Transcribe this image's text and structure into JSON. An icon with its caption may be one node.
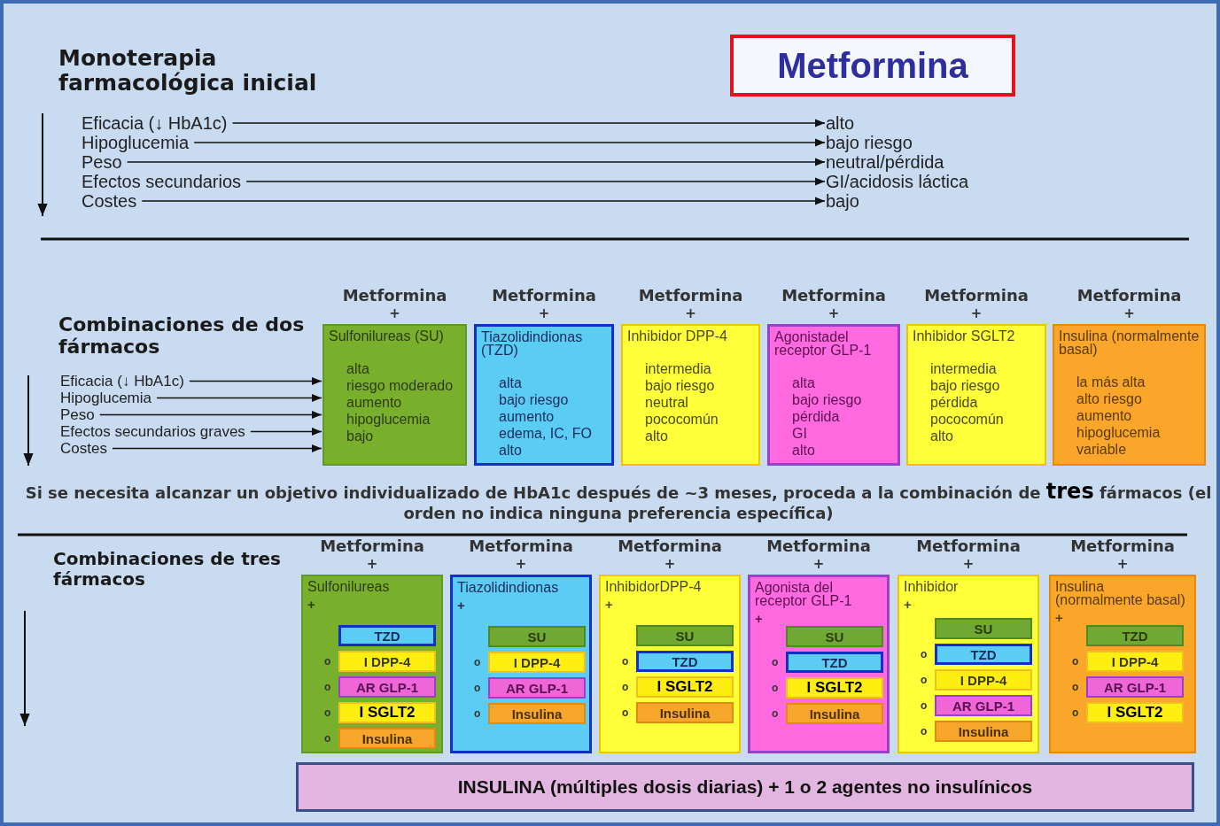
{
  "diagram": {
    "nodes": [
      {
        "text": [
          "Metformina"
        ]
      },
      {
        "text": [
          "Eficacia (↓ HbA1c)"
        ]
      },
      {
        "text": [
          "Hipoglucemia"
        ]
      },
      {
        "text": [
          "Peso"
        ]
      },
      {
        "text": [
          "Efectos secundarios"
        ]
      },
      {
        "text": [
          "Costes"
        ]
      },
      {
        "text": [
          "alto"
        ]
      },
      {
        "text": [
          "bajo riesgo"
        ]
      },
      {
        "text": [
          "neutral/pérdida"
        ]
      },
      {
        "text": [
          "GI/acidosis láctica"
        ]
      },
      {
        "text": [
          "bajo"
        ]
      },
      {
        "text": [
          "Eficacia (↓ HbA1c)"
        ]
      },
      {
        "text": [
          "Hipoglucemia"
        ]
      },
      {
        "text": [
          "Peso"
        ]
      },
      {
        "text": [
          "Efectos secundarios graves"
        ]
      },
      {
        "text": [
          "Costes"
        ]
      },
      {
        "text": [
          "Sulfonilureas (SU)",
          "alta",
          "riesgo moderado",
          "aumento",
          "hipoglucemia",
          "bajo"
        ],
        "beside": [
          "Metformina",
          "+"
        ]
      },
      {
        "text": [
          "Tiazolidindionas (TZD)",
          "alta",
          "bajo riesgo",
          "aumento",
          "edema, IC, FO",
          "alto"
        ],
        "beside": [
          "Metformina",
          "+"
        ]
      },
      {
        "text": [
          "Inhibidor DPP-4",
          "intermedia",
          "bajo riesgo",
          "neutral",
          "pococomún",
          "alto"
        ],
        "beside": [
          "Metformina",
          "+"
        ]
      },
      {
        "text": [
          "Agonistadel receptor GLP-1",
          "alta",
          "bajo riesgo",
          "pérdida",
          "GI",
          "alto"
        ],
        "beside": [
          "Metformina",
          "+"
        ]
      },
      {
        "text": [
          "Inhibidor SGLT2",
          "intermedia",
          "bajo riesgo",
          "pérdida",
          "pococomún",
          "alto"
        ],
        "beside": [
          "Metformina",
          "+"
        ]
      },
      {
        "text": [
          "Insulina (normalmente basal)",
          "la más alta",
          "alto riesgo",
          "aumento",
          "hipoglucemia",
          "variable"
        ],
        "beside": [
          "Metformina",
          "+"
        ]
      },
      {
        "text": [
          "Sulfonilureas",
          "+"
        ],
        "beside": [
          "Metformina",
          "+"
        ]
      },
      {
        "text": [
          "TZD"
        ],
        "in": 22
      },
      {
        "text": [
          "I DPP-4"
        ],
        "in": 22,
        "beside": [
          "o"
        ]
      },
      {
        "text": [
          "AR GLP-1"
        ],
        "in": 22,
        "beside": [
          "o"
        ]
      },
      {
        "text": [
          "I SGLT2"
        ],
        "in": 22,
        "beside": [
          "o"
        ]
      },
      {
        "text": [
          "Insulina"
        ],
        "in": 22,
        "beside": [
          "o"
        ]
      },
      {
        "text": [
          "Tiazolidindionas",
          "+"
        ],
        "beside": [
          "Metformina",
          "+"
        ]
      },
      {
        "text": [
          "SU"
        ],
        "in": 28
      },
      {
        "text": [
          "I DPP-4"
        ],
        "in": 28,
        "beside": [
          "o"
        ]
      },
      {
        "text": [
          "AR GLP-1"
        ],
        "in": 28,
        "beside": [
          "o"
        ]
      },
      {
        "text": [
          "Insulina"
        ],
        "in": 28,
        "beside": [
          "o"
        ]
      },
      {
        "text": [
          "InhibidorDPP-4",
          "+"
        ],
        "beside": [
          "Metformina",
          "+"
        ]
      },
      {
        "text": [
          "SU"
        ],
        "in": 33
      },
      {
        "text": [
          "TZD"
        ],
        "in": 33,
        "beside": [
          "o"
        ]
      },
      {
        "text": [
          "I SGLT2"
        ],
        "in": 33,
        "beside": [
          "o"
        ]
      },
      {
        "text": [
          "Insulina"
        ],
        "in": 33,
        "beside": [
          "o"
        ]
      },
      {
        "text": [
          "Agonista del receptor GLP-1",
          "+"
        ],
        "beside": [
          "Metformina",
          "+"
        ]
      },
      {
        "text": [
          "SU"
        ],
        "in": 38
      },
      {
        "text": [
          "TZD"
        ],
        "in": 38,
        "beside": [
          "o"
        ]
      },
      {
        "text": [
          "I SGLT2"
        ],
        "in": 38,
        "beside": [
          "o"
        ]
      },
      {
        "text": [
          "Insulina"
        ],
        "in": 38,
        "beside": [
          "o"
        ]
      },
      {
        "text": [
          "Inhibidor",
          "+"
        ],
        "beside": [
          "Metformina",
          "+"
        ]
      },
      {
        "text": [
          "SU"
        ],
        "in": 43
      },
      {
        "text": [
          "TZD"
        ],
        "in": 43,
        "beside": [
          "o"
        ]
      },
      {
        "text": [
          "I DPP-4"
        ],
        "in": 43,
        "beside": [
          "o"
        ]
      },
      {
        "text": [
          "AR GLP-1"
        ],
        "in": 43,
        "beside": [
          "o"
        ]
      },
      {
        "text": [
          "Insulina"
        ],
        "in": 43,
        "beside": [
          "o"
        ]
      },
      {
        "text": [
          "Insulina (normalmente basal)",
          "+"
        ],
        "beside": [
          "Metformina",
          "+"
        ]
      },
      {
        "text": [
          "TZD"
        ],
        "in": 49
      },
      {
        "text": [
          "I DPP-4"
        ],
        "in": 49,
        "beside": [
          "o"
        ]
      },
      {
        "text": [
          "AR GLP-1"
        ],
        "in": 49,
        "beside": [
          "o"
        ]
      },
      {
        "text": [
          "I SGLT2"
        ],
        "in": 49,
        "beside": [
          "o"
        ]
      },
      {
        "text": [
          "INSULINA  (múltiples dosis diarias) + 1 o 2 agentes no insulínicos"
        ]
      }
    ],
    "edges": [
      {
        "from": 1,
        "to": 6,
        "arrow": "to"
      },
      {
        "from": 2,
        "to": 7,
        "arrow": "to"
      },
      {
        "from": 3,
        "to": 8,
        "arrow": "to"
      },
      {
        "from": 4,
        "to": 9,
        "arrow": "to"
      },
      {
        "from": 5,
        "to": 10,
        "arrow": "to"
      },
      {
        "from": 11,
        "to": 16,
        "arrow": "to"
      },
      {
        "from": 12,
        "to": 16,
        "arrow": "to"
      },
      {
        "from": 13,
        "to": 16,
        "arrow": "to"
      },
      {
        "from": 14,
        "to": 16,
        "arrow": "to"
      },
      {
        "from": 15,
        "to": 16,
        "arrow": "to"
      }
    ],
    "labels": [
      "Monoterapia farmacológica inicial",
      "Combinaciones de dos fármacos",
      "Si se necesita alcanzar un objetivo individualizado de HbA1c después de ~3 meses, proceda a la combinación de **tres** fármacos (el orden no indica ninguna preferencia específica)",
      "Combinaciones de tres fármacos"
    ]
  }
}
